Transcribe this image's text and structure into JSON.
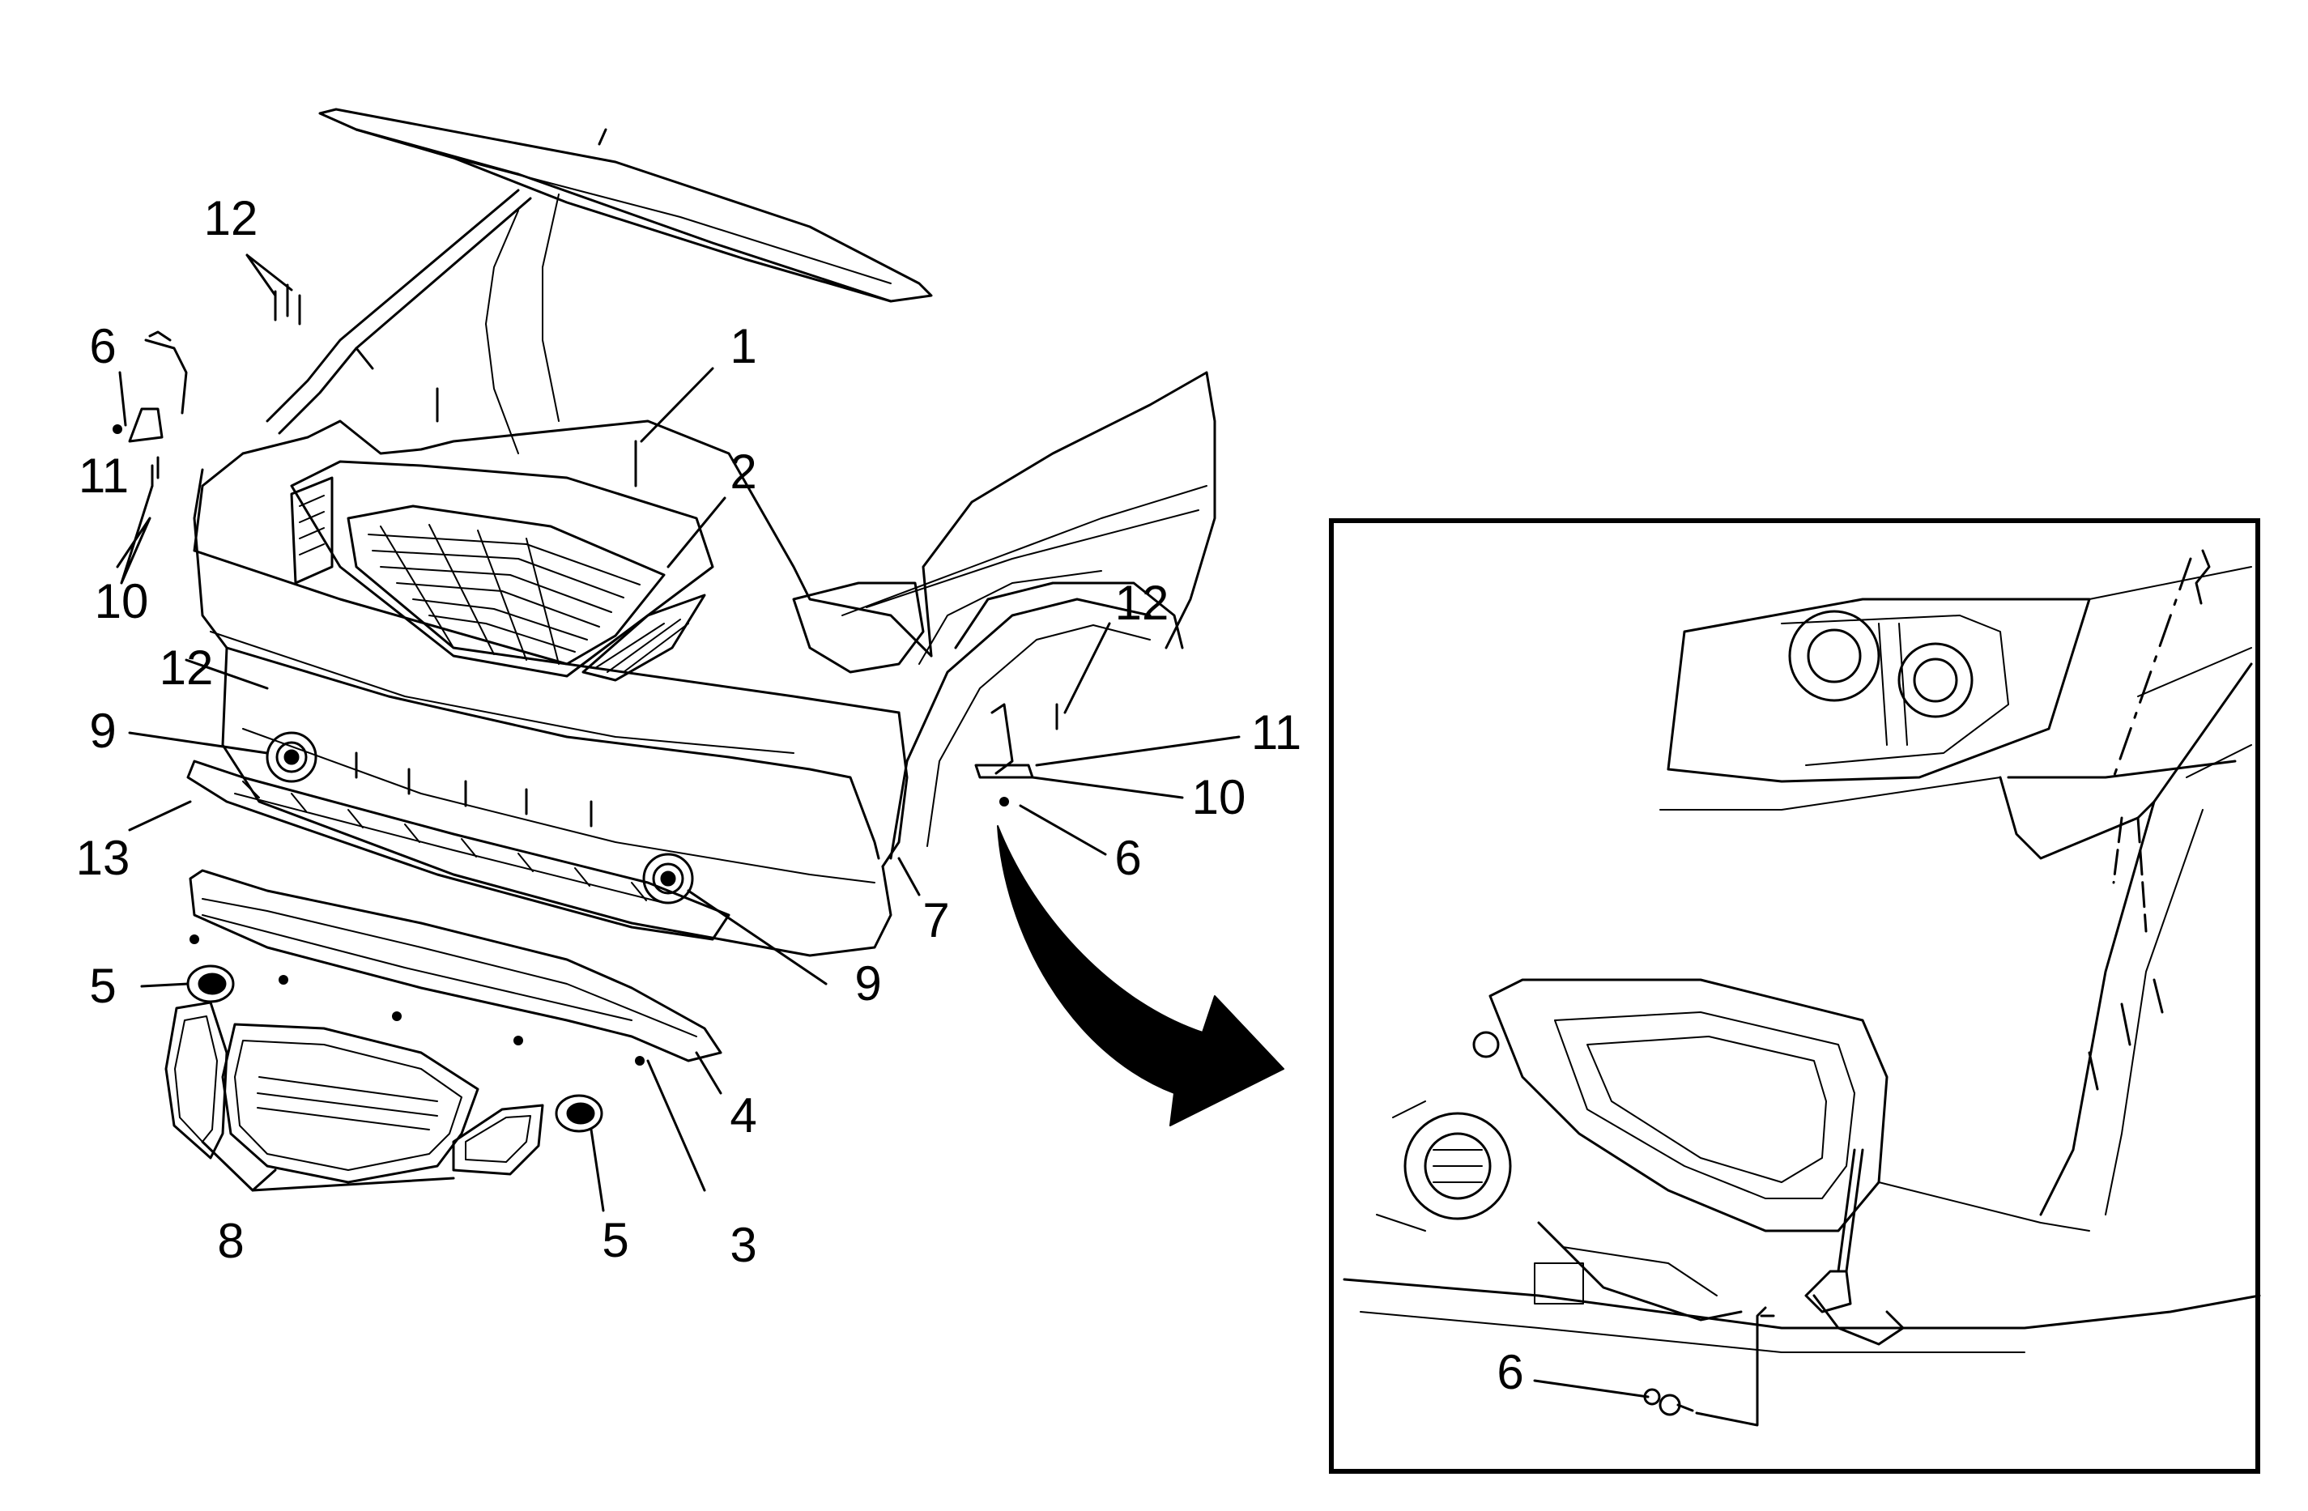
{
  "diagram": {
    "callouts": {
      "c1": "1",
      "c2": "2",
      "c3": "3",
      "c4": "4",
      "c5a": "5",
      "c5b": "5",
      "c6a": "6",
      "c6b": "6",
      "c6c": "6",
      "c7": "7",
      "c8": "8",
      "c9a": "9",
      "c9b": "9",
      "c10a": "10",
      "c10b": "10",
      "c11a": "11",
      "c11b": "11",
      "c12a": "12",
      "c12b": "12",
      "c12c": "12",
      "c13": "13"
    },
    "colors": {
      "line": "#000000",
      "background": "#ffffff"
    }
  }
}
